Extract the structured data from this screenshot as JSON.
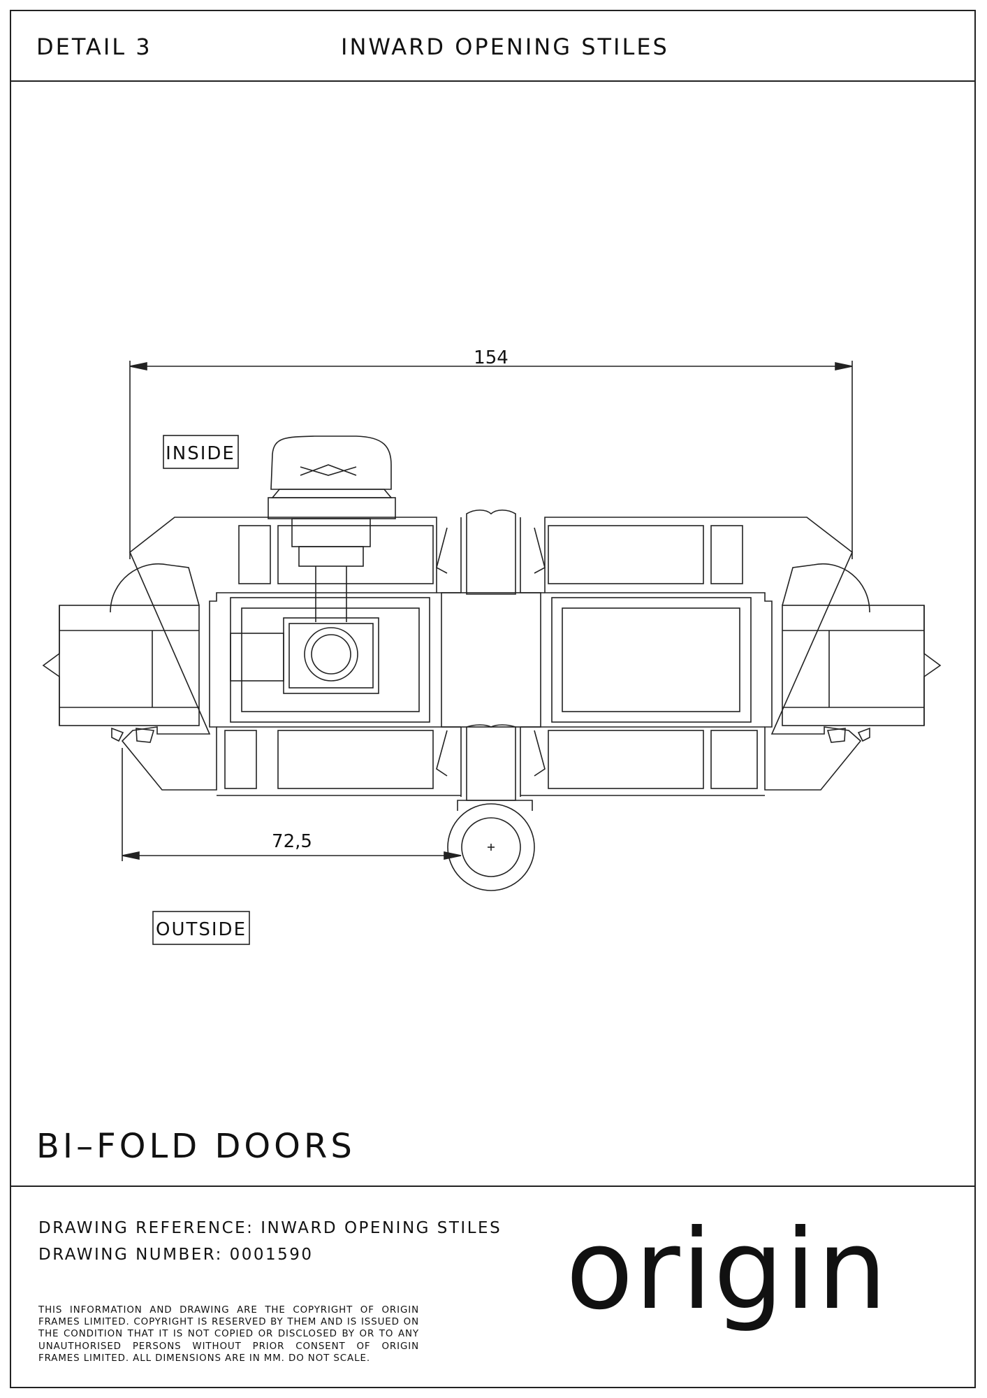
{
  "header": {
    "detail": "DETAIL 3",
    "title": "INWARD OPENING STILES"
  },
  "drawing": {
    "label_inside": "INSIDE",
    "label_outside": "OUTSIDE",
    "dim_overall": "154",
    "dim_partial": "72,5"
  },
  "footer": {
    "product": "BI–FOLD DOORS",
    "reference": "DRAWING REFERENCE: INWARD OPENING STILES",
    "number": "DRAWING NUMBER: 0001590",
    "legal": "THIS INFORMATION AND DRAWING ARE THE COPYRIGHT OF ORIGIN FRAMES LIMITED. COPYRIGHT IS RESERVED BY THEM AND IS ISSUED ON THE CONDITION THAT IT IS NOT COPIED OR DISCLOSED BY OR TO ANY UNAUTHORISED PERSONS WITHOUT PRIOR CONSENT OF ORIGIN FRAMES LIMITED. ALL DIMENSIONS ARE IN MM. DO NOT SCALE.",
    "logo": "origin"
  }
}
